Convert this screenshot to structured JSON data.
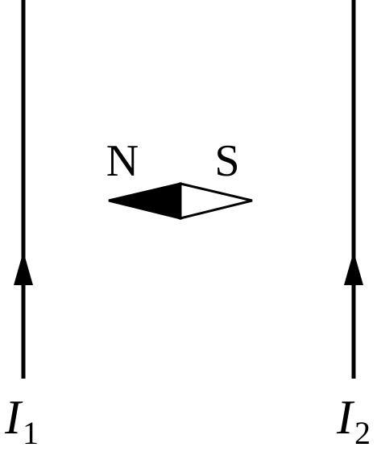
{
  "colors": {
    "ink": "#000000",
    "paper": "#ffffff"
  },
  "needle": {
    "north_label": "N",
    "south_label": "S"
  },
  "currents": {
    "left": {
      "symbol": "I",
      "subscript": "1",
      "direction": "up"
    },
    "right": {
      "symbol": "I",
      "subscript": "2",
      "direction": "up"
    }
  }
}
